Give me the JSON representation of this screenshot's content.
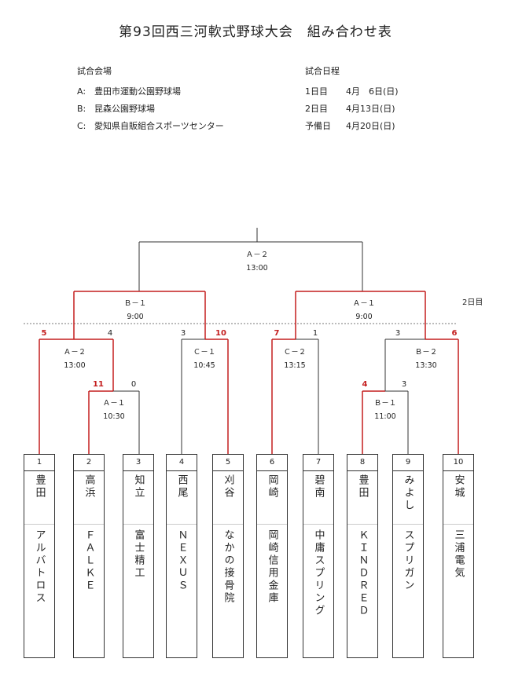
{
  "title": "第93回西三河軟式野球大会　組み合わせ表",
  "venues_header": "試合会場",
  "venues": [
    {
      "key": "A:",
      "name": "豊田市運動公園野球場"
    },
    {
      "key": "B:",
      "name": "昆森公園野球場"
    },
    {
      "key": "C:",
      "name": "愛知県自販組合スポーツセンター"
    }
  ],
  "schedule_header": "試合日程",
  "schedule": [
    {
      "day": "1日目",
      "date": "4月　6日(日)"
    },
    {
      "day": "2日目",
      "date": "4月13日(日)"
    },
    {
      "day": "予備日",
      "date": "4月20日(日)"
    }
  ],
  "day2_label": "2日目",
  "teams": [
    {
      "no": "1",
      "region": "豊田",
      "name": "アルバトロス"
    },
    {
      "no": "2",
      "region": "高浜",
      "name": "ＦＡＬＫＥ"
    },
    {
      "no": "3",
      "region": "知立",
      "name": "富士精工"
    },
    {
      "no": "4",
      "region": "西尾",
      "name": "ＮＥＸＵＳ"
    },
    {
      "no": "5",
      "region": "刈谷",
      "name": "なかの接骨院"
    },
    {
      "no": "6",
      "region": "岡崎",
      "name": "岡崎信用金庫"
    },
    {
      "no": "7",
      "region": "碧南",
      "name": "中庸スプリング"
    },
    {
      "no": "8",
      "region": "豊田",
      "name": "ＫＩＮＤＲＥＤ"
    },
    {
      "no": "9",
      "region": "みよし",
      "name": "スプリガン"
    },
    {
      "no": "10",
      "region": "安城",
      "name": "三浦電気"
    }
  ],
  "matches": [
    {
      "id": "r1_left",
      "code": "Ａ－１",
      "time": "10:30",
      "score_left": "11",
      "score_right": "0"
    },
    {
      "id": "r2_a2",
      "code": "Ａ－２",
      "time": "13:00",
      "score_left": "5",
      "score_right": "4"
    },
    {
      "id": "r2_c1",
      "code": "Ｃ－１",
      "time": "10:45",
      "score_left": "3",
      "score_right": "10"
    },
    {
      "id": "r2_c2",
      "code": "Ｃ－２",
      "time": "13:15",
      "score_left": "7",
      "score_right": "1"
    },
    {
      "id": "r1_right",
      "code": "Ｂ－１",
      "time": "11:00",
      "score_left": "4",
      "score_right": "3"
    },
    {
      "id": "r2_b2",
      "code": "Ｂ－２",
      "time": "13:30",
      "score_left": "3",
      "score_right": "6"
    },
    {
      "id": "sf_left",
      "code": "Ｂ－１",
      "time": "9:00"
    },
    {
      "id": "sf_right",
      "code": "Ａ－１",
      "time": "9:00"
    },
    {
      "id": "final",
      "code": "Ａ－２",
      "time": "13:00"
    }
  ],
  "colors": {
    "win": "#c41e1e",
    "line": "#333333",
    "dotted": "#777777"
  }
}
